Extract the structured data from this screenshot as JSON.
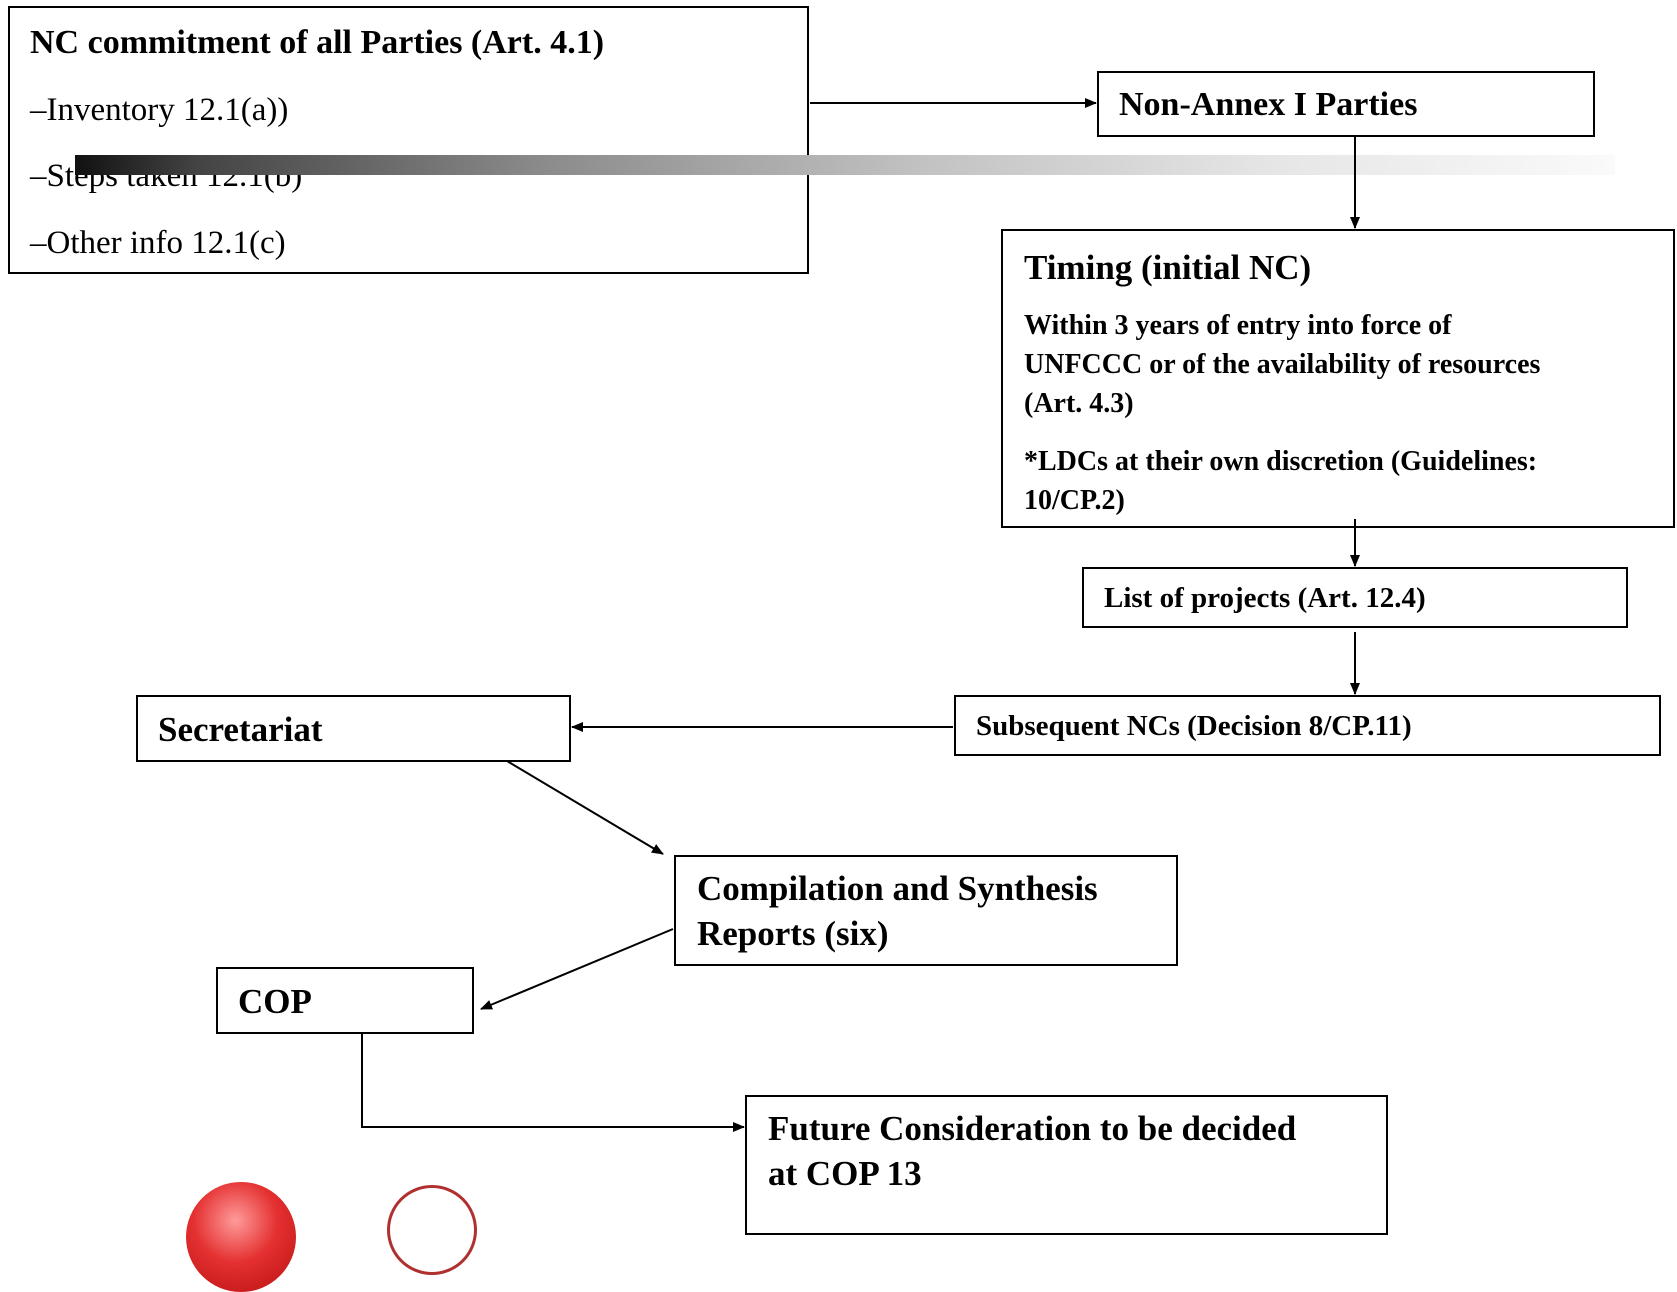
{
  "nc_box": {
    "title": "NC commitment of all Parties (Art. 4.1)",
    "items": [
      "–Inventory 12.1(a))",
      "–Steps taken 12.1(b)",
      "–Other info 12.1(c)"
    ]
  },
  "non_annex": {
    "label": "Non-Annex I Parties"
  },
  "timing": {
    "title": "Timing (initial NC)",
    "lines": [
      "Within 3 years of entry into force of",
      "UNFCCC or of the availability of resources",
      "(Art. 4.3)",
      "*LDCs at their own discretion (Guidelines:",
      "10/CP.2)"
    ]
  },
  "projects": {
    "label": "List of projects (Art. 12.4)"
  },
  "subsequent": {
    "label": "Subsequent NCs (Decision 8/CP.11)"
  },
  "secretariat": {
    "label": "Secretariat"
  },
  "compilation": {
    "lines": [
      "Compilation and Synthesis",
      "Reports (six)"
    ]
  },
  "cop": {
    "label": "COP"
  },
  "future": {
    "lines": [
      "Future Consideration to be decided",
      "at COP 13"
    ]
  }
}
